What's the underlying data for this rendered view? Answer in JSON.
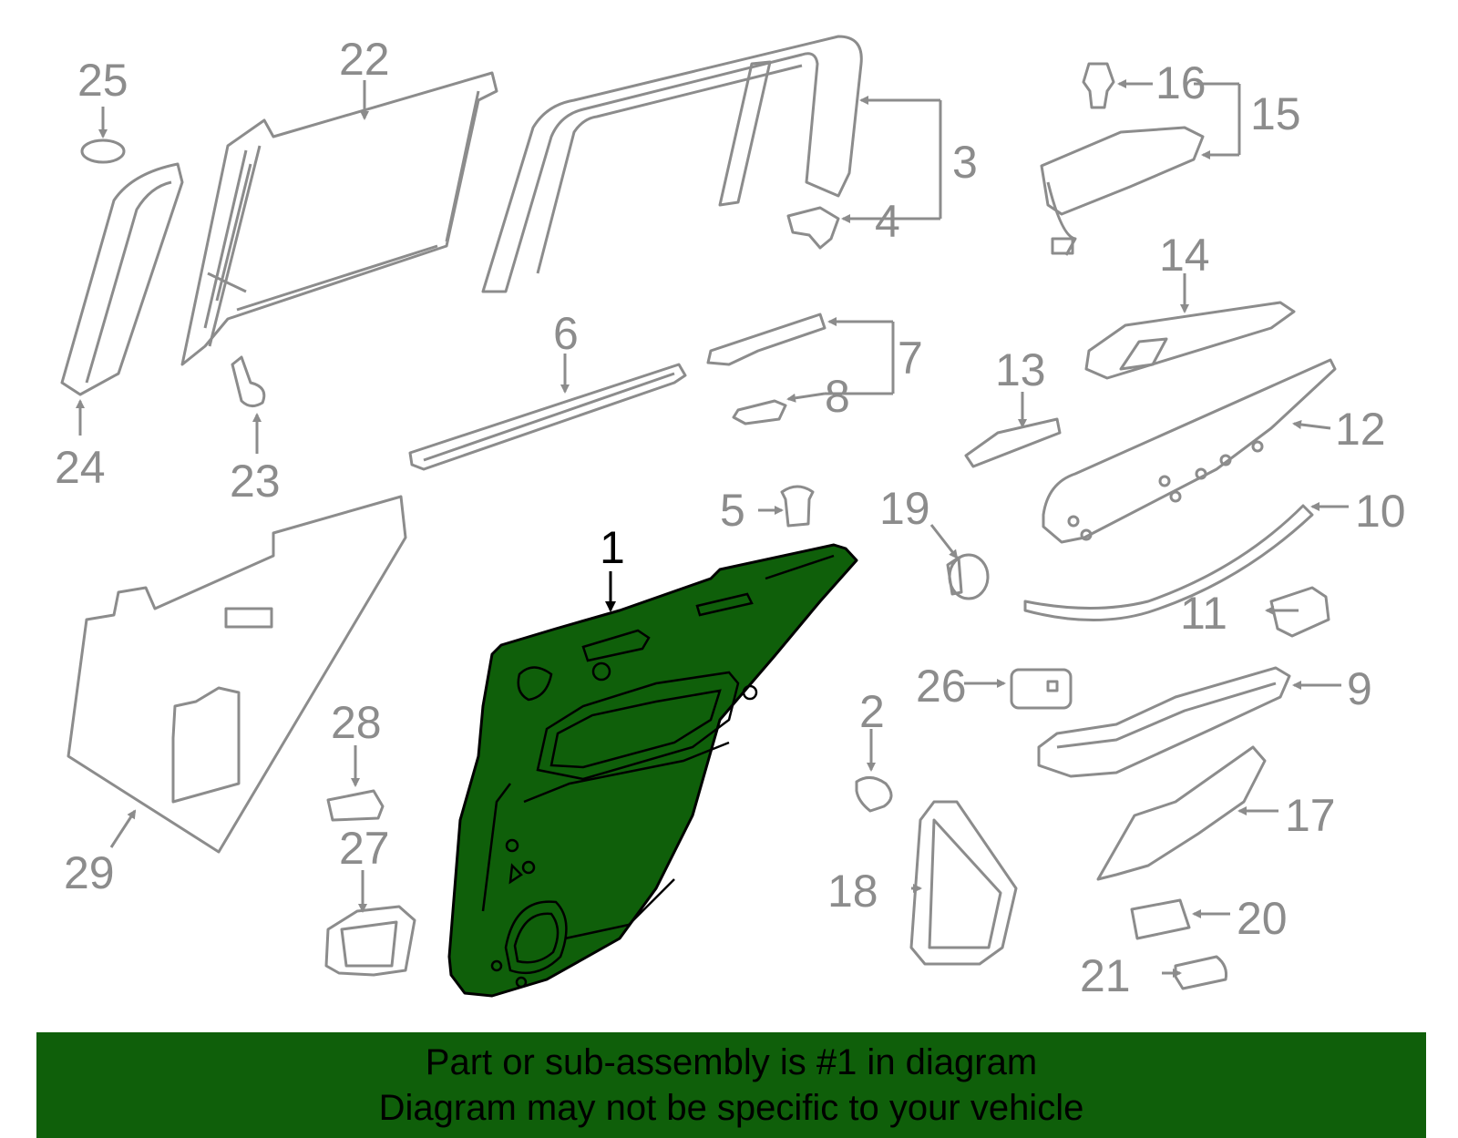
{
  "colors": {
    "part_stroke": "#8c8c8c",
    "highlight_fill": "#0f5f0a",
    "banner_bg": "#0f5f0a",
    "banner_text": "#000000"
  },
  "callouts": {
    "c1": "1",
    "c2": "2",
    "c3": "3",
    "c4": "4",
    "c5": "5",
    "c6": "6",
    "c7": "7",
    "c8": "8",
    "c9": "9",
    "c10": "10",
    "c11": "11",
    "c12": "12",
    "c13": "13",
    "c14": "14",
    "c15": "15",
    "c16": "16",
    "c17": "17",
    "c18": "18",
    "c19": "19",
    "c20": "20",
    "c21": "21",
    "c22": "22",
    "c23": "23",
    "c24": "24",
    "c25": "25",
    "c26": "26",
    "c27": "27",
    "c28": "28",
    "c29": "29"
  },
  "banner": {
    "line1": "Part or sub-assembly is #1 in diagram",
    "line2": "Diagram may not be specific to your vehicle"
  }
}
